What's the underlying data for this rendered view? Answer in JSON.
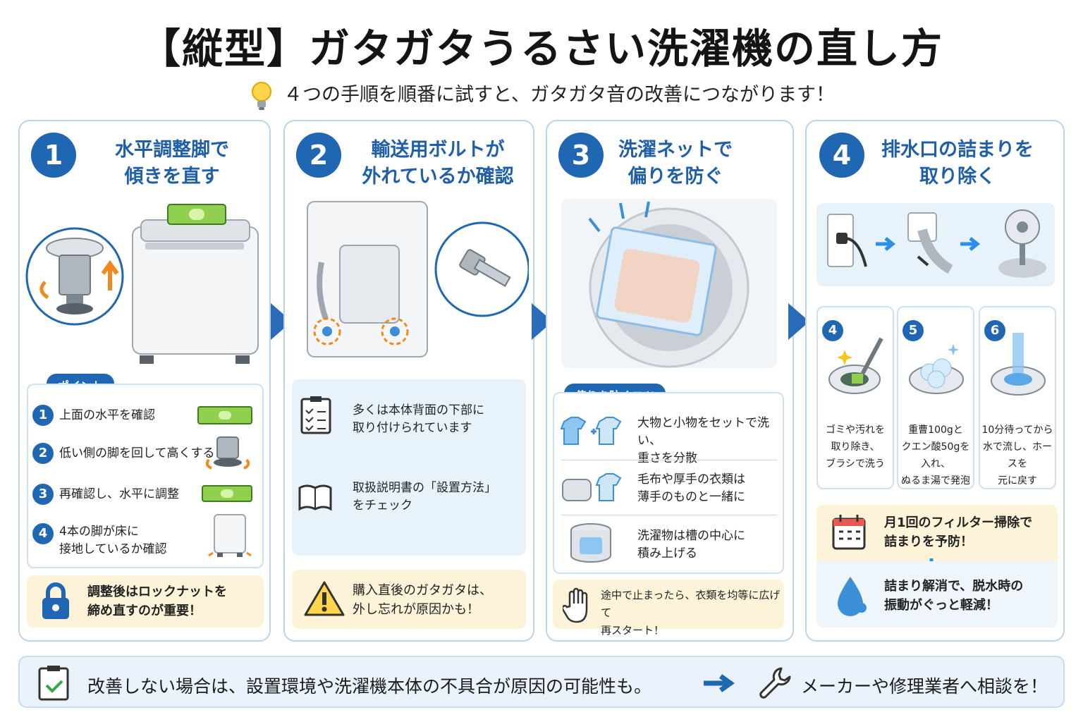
{
  "title": "【縦型】ガタガタうるさい洗濯機の直し方",
  "subtitle": "４つの手順を順番に試すと、ガタガタ音の改善につながります！",
  "colors": {
    "primary": "#1f66b3",
    "panel_border": "#bcd4ea",
    "note_bg": "#fdf3d8",
    "info_bg": "#e8f2fb"
  },
  "steps": [
    {
      "number": "1",
      "title_line1": "水平調整脚で",
      "title_line2": "傾きを直す"
    },
    {
      "number": "2",
      "title_line1": "輸送用ボルトが",
      "title_line2": "外れているか確認"
    },
    {
      "number": "3",
      "title_line1": "洗濯ネットで",
      "title_line2": "偏りを防ぐ"
    },
    {
      "number": "4",
      "title_line1": "排水口の詰まりを",
      "title_line2": "取り除く"
    }
  ],
  "step1": {
    "point_label": "ポイント",
    "points": [
      {
        "num": "1",
        "line1": "上面の水平を確認",
        "line2": ""
      },
      {
        "num": "2",
        "line1": "低い側の脚を回して高くする",
        "line2": ""
      },
      {
        "num": "3",
        "line1": "再確認し、水平に調整",
        "line2": ""
      },
      {
        "num": "4",
        "line1": "4本の脚が床に",
        "line2": "接地しているか確認"
      }
    ],
    "note_line1": "調整後はロックナットを",
    "note_line2": "締め直すのが重要！"
  },
  "step2": {
    "info1_line1": "多くは本体背面の下部に",
    "info1_line2": "取り付けられています",
    "info2_line1": "取扱説明書の「設置方法」",
    "info2_line2": "をチェック",
    "note_line1": "購入直後のガタガタは、",
    "note_line2": "外し忘れが原因かも！"
  },
  "step3": {
    "tips_label": "偏りを防ぐコツ",
    "tips": [
      {
        "line1": "大物と小物をセットで洗い、",
        "line2": "重さを分散"
      },
      {
        "line1": "毛布や厚手の衣類は",
        "line2": "薄手のものと一緒に"
      },
      {
        "line1": "洗濯物は槽の中心に",
        "line2": "積み上げる"
      }
    ],
    "note_line1": "途中で止まったら、衣類を均等に広げて",
    "note_line2": "再スタート！"
  },
  "step4": {
    "substeps": [
      {
        "num": "4",
        "line1": "ゴミや汚れを",
        "line2": "取り除き、",
        "line3": "ブラシで洗う"
      },
      {
        "num": "5",
        "line1": "重曹100gと",
        "line2": "クエン酸50gを入れ、",
        "line3": "ぬるま湯で発泡"
      },
      {
        "num": "6",
        "line1": "10分待ってから",
        "line2": "水で流し、ホースを",
        "line3": "元に戻す"
      }
    ],
    "tip1_line1": "月1回のフィルター掃除で",
    "tip1_line2": "詰まりを予防！",
    "tip2_line1": "詰まり解消で、脱水時の",
    "tip2_line2": "振動がぐっと軽減！"
  },
  "footer": {
    "left_text": "改善しない場合は、設置環境や洗濯機本体の不具合が原因の可能性も。",
    "right_text": "メーカーや修理業者へ相談を！"
  }
}
